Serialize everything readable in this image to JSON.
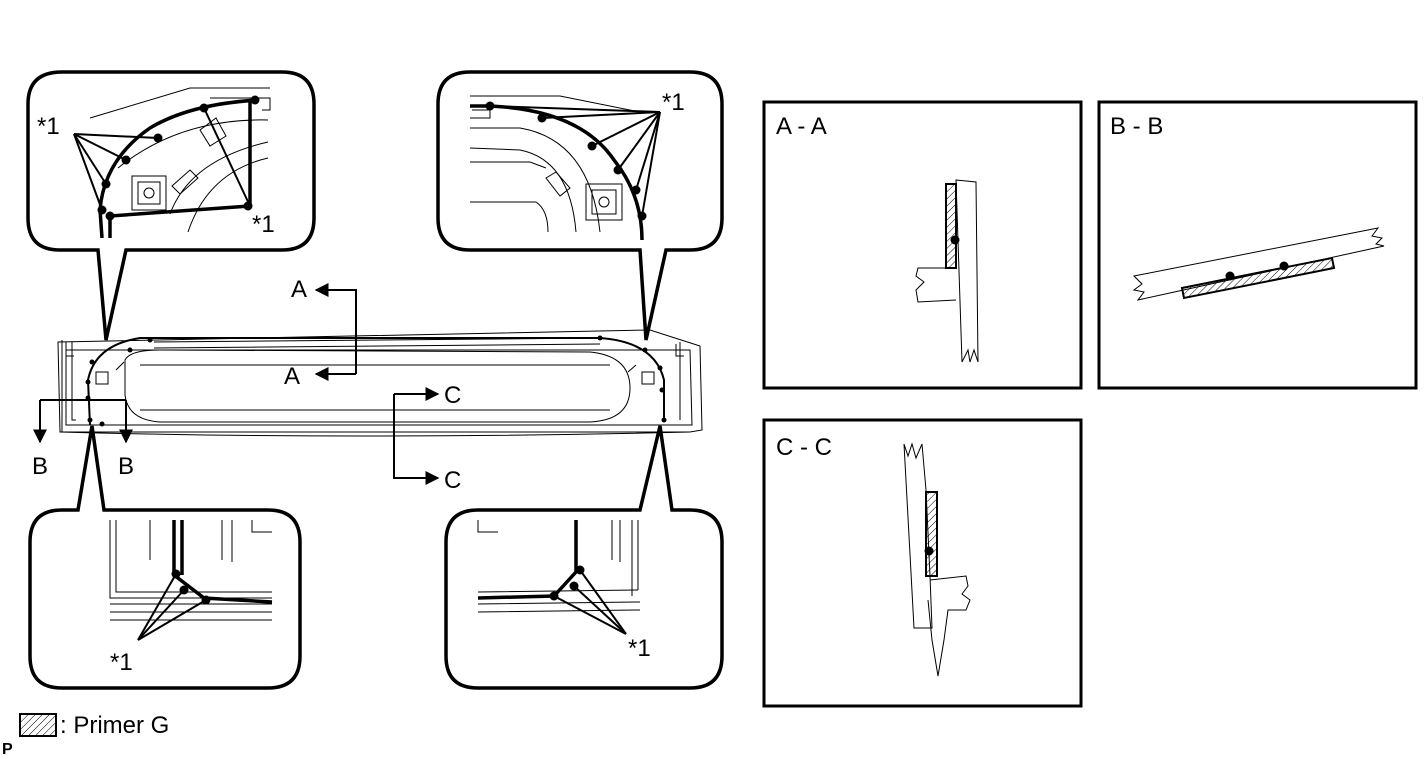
{
  "labels": {
    "star1": "*1",
    "A": "A",
    "B": "B",
    "C": "C",
    "section_aa": "A - A",
    "section_bb": "B - B",
    "section_cc": "C - C"
  },
  "legend": {
    "text": ": Primer G",
    "prefix": "P"
  }
}
